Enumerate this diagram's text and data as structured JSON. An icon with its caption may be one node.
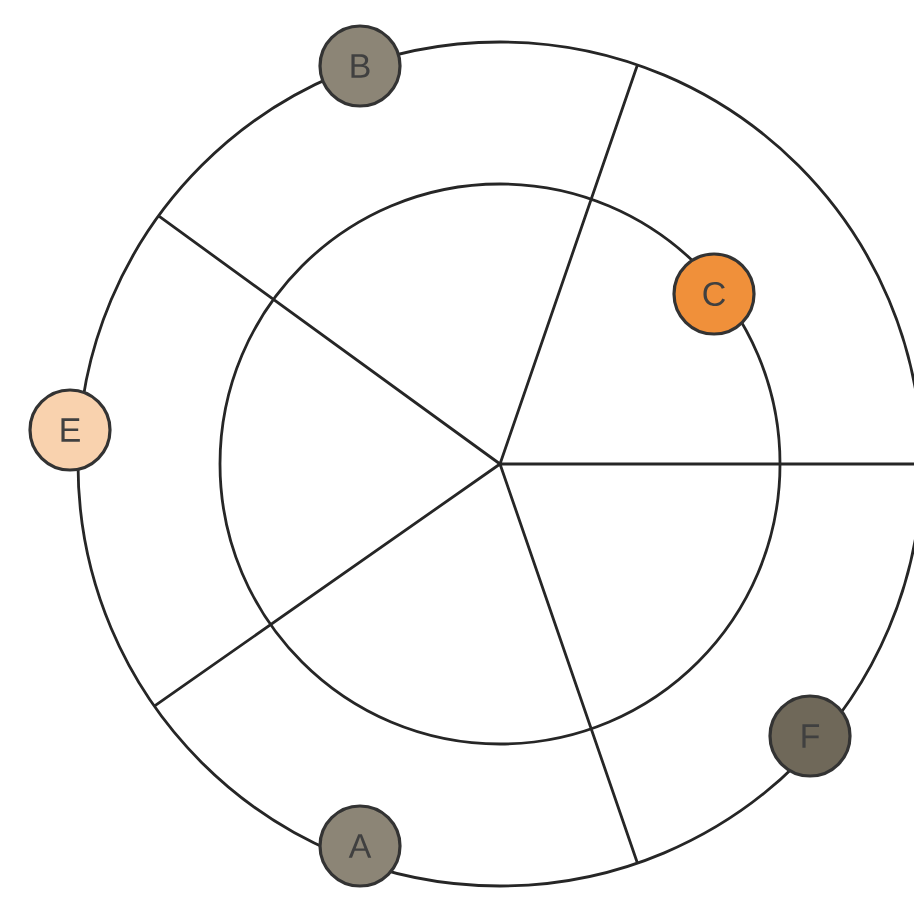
{
  "diagram": {
    "nodes": [
      {
        "text": [
          "B"
        ]
      },
      {
        "text": [
          "C"
        ]
      },
      {
        "text": [
          "E"
        ]
      },
      {
        "text": [
          "F"
        ]
      },
      {
        "text": [
          "A"
        ]
      }
    ]
  }
}
